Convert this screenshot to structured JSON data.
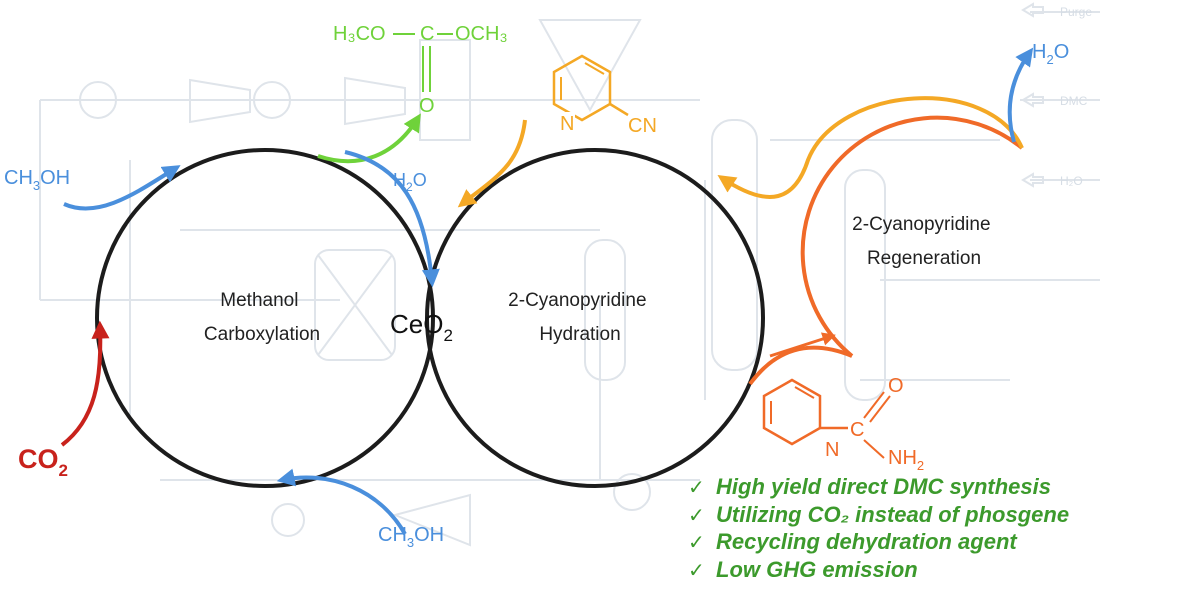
{
  "cycles": {
    "methanol_carboxylation": [
      "Methanol",
      "Carboxylation"
    ],
    "hydration": [
      "2-Cyanopyridine",
      "Hydration"
    ],
    "regeneration": [
      "2-Cyanopyridine",
      "Regeneration"
    ]
  },
  "catalyst": {
    "main": "CeO",
    "sub": "2"
  },
  "species": {
    "ch3oh_left": {
      "a": "CH",
      "sub": "3",
      "b": "OH"
    },
    "ch3oh_bottom": {
      "a": "CH",
      "sub": "3",
      "b": "OH"
    },
    "co2": {
      "a": "CO",
      "sub": "2"
    },
    "h2o_center": {
      "a": "H",
      "sub": "2",
      "b": "O"
    },
    "h2o_top": {
      "a": "H",
      "sub": "2",
      "b": "O"
    },
    "dmc": {
      "left": "H₃CO",
      "right": "OCH₃",
      "c": "C",
      "o": "O"
    },
    "cyanopyridine": {
      "n": "N",
      "cn": "CN"
    },
    "picolinamide": {
      "n": "N",
      "c": "C",
      "o": "O",
      "nh": "NH",
      "nh_sub": "2"
    }
  },
  "background_labels": {
    "purge": "Purge",
    "dmc": "DMC",
    "h2o": "H₂O"
  },
  "benefits": [
    "High yield direct DMC synthesis",
    "Utilizing CO₂ instead of phosgene",
    "Recycling dehydration agent",
    "Low GHG emission"
  ],
  "check_symbol": "✓",
  "colors": {
    "cycle": "#1c1c1c",
    "methanol": "#4a8fdc",
    "co2": "#c8221c",
    "dmc": "#6fd23a",
    "cyanopyridine": "#f4a825",
    "picolinamide": "#f06a28",
    "benefits": "#3c9a2c",
    "process_background": "#dfe4ea"
  }
}
